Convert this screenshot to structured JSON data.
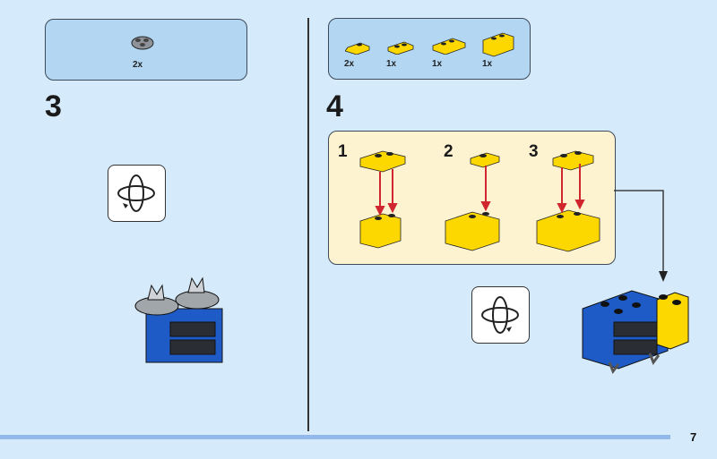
{
  "left_step": {
    "number": "3",
    "parts": [
      {
        "qty": "2x",
        "icon": "gray-round-plate-with-clips-icon"
      }
    ]
  },
  "right_step": {
    "number": "4",
    "parts": [
      {
        "qty": "2x",
        "icon": "yellow-clip-plate-icon"
      },
      {
        "qty": "1x",
        "icon": "yellow-plate-1x2-icon"
      },
      {
        "qty": "1x",
        "icon": "yellow-plate-with-bar-icon"
      },
      {
        "qty": "1x",
        "icon": "yellow-brick-1x2-icon"
      }
    ],
    "substeps": [
      {
        "number": "1"
      },
      {
        "number": "2"
      },
      {
        "number": "3"
      }
    ]
  },
  "colors": {
    "background": "#d5eafa",
    "parts_box": "#b3d7f3",
    "substep_box": "#fdf3d0",
    "arrow": "#d0262f",
    "brand_blue": "#1e5bc6",
    "yellow": "#fcd800"
  },
  "page_number": "7"
}
